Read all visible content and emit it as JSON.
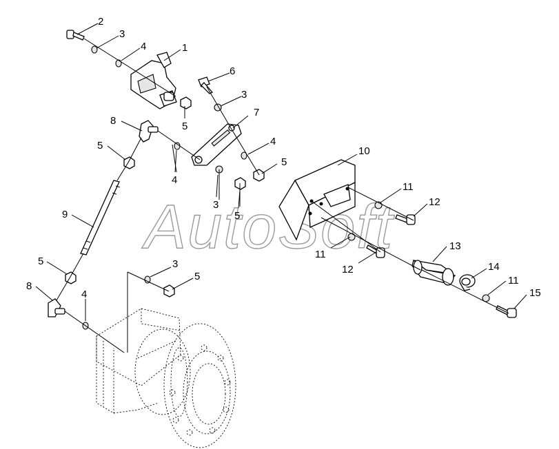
{
  "watermark": "AutoSoft",
  "callouts": [
    "1",
    "2",
    "3",
    "4",
    "5",
    "6",
    "7",
    "8",
    "9",
    "10",
    "11",
    "12",
    "13",
    "14",
    "15"
  ]
}
